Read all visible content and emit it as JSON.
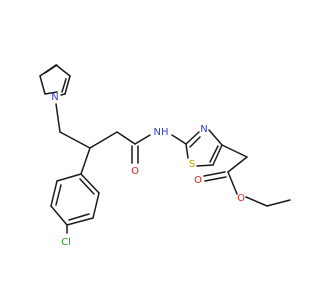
{
  "colors": {
    "bond": "#1a1a1a",
    "N": "#2f3fd0",
    "O": "#e0201b",
    "S": "#b8a800",
    "Cl": "#1fa21f"
  },
  "atoms": {
    "pyrrole_n": "N",
    "amide_nh": "NH",
    "amide_o": "O",
    "thiazole_n": "N",
    "thiazole_s": "S",
    "ester_carbonyl_o": "O",
    "ester_o": "O",
    "chloro": "Cl"
  }
}
